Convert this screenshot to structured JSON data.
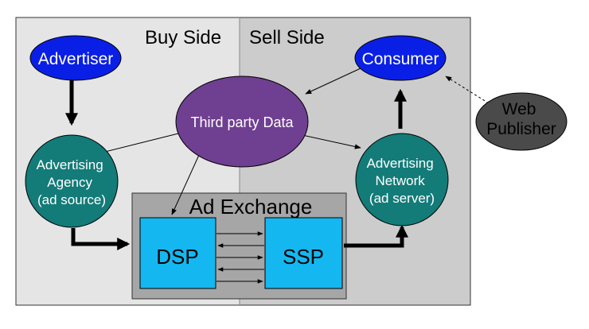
{
  "sides": {
    "buy": "Buy Side",
    "sell": "Sell Side"
  },
  "nodes": {
    "advertiser": "Advertiser",
    "consumer": "Consumer",
    "third_party_data": "Third party Data",
    "web_publisher": [
      "Web",
      "Publisher"
    ],
    "advertising_agency": [
      "Advertising",
      "Agency",
      "(ad source)"
    ],
    "advertising_network": [
      "Advertising",
      "Network",
      "(ad server)"
    ],
    "ad_exchange": "Ad Exchange",
    "dsp": "DSP",
    "ssp": "SSP"
  },
  "colors": {
    "buy_bg": "#e5e5e5",
    "sell_bg": "#cccccc",
    "blue_node": "#0a1fe6",
    "teal_node": "#137b78",
    "purple_node": "#6f3f91",
    "gray_node": "#4a4a4a",
    "exchange_bg": "#a6a6a6",
    "platform_box": "#15b7f0"
  }
}
